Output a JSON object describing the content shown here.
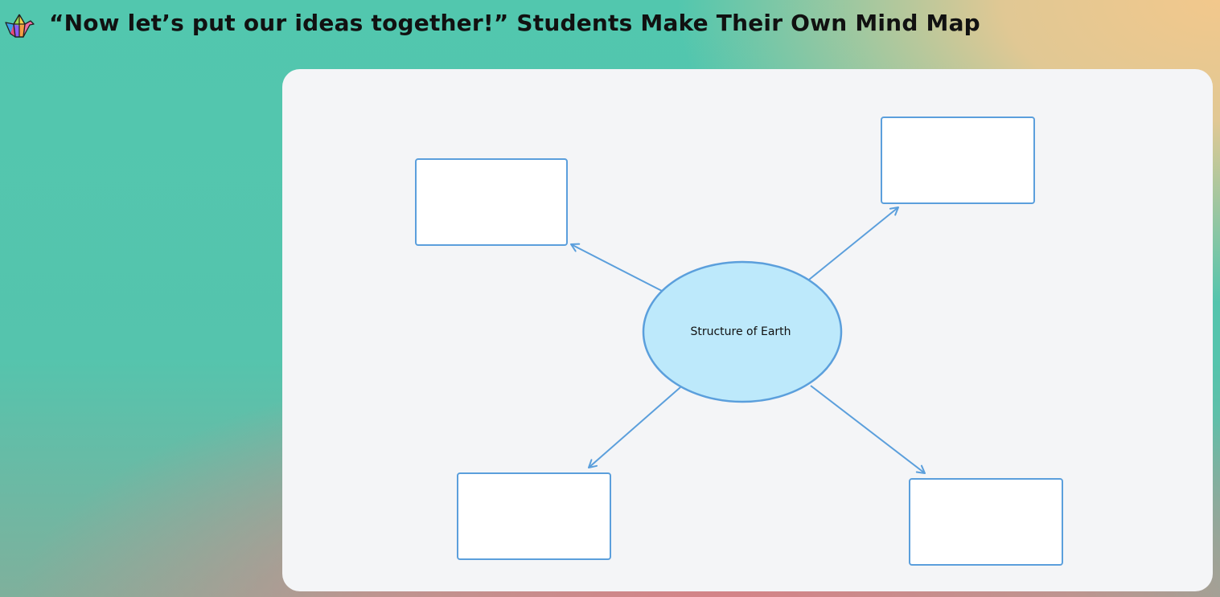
{
  "header": {
    "logo_icon": "paper-crane-logo-icon",
    "title": "“Now let’s put our ideas together!” Students Make Their Own Mind Map"
  },
  "canvas": {
    "background": "#f4f5f7"
  },
  "mind_map": {
    "center_node": {
      "label": "Structure of Earth",
      "shape": "ellipse",
      "fill": "#bde9fb",
      "stroke": "#5b9fdc"
    },
    "branch_nodes": [
      {
        "id": "top-left",
        "label": ""
      },
      {
        "id": "top-right",
        "label": ""
      },
      {
        "id": "bottom-left",
        "label": ""
      },
      {
        "id": "bottom-right",
        "label": ""
      }
    ],
    "arrow_color": "#5b9fdc"
  }
}
